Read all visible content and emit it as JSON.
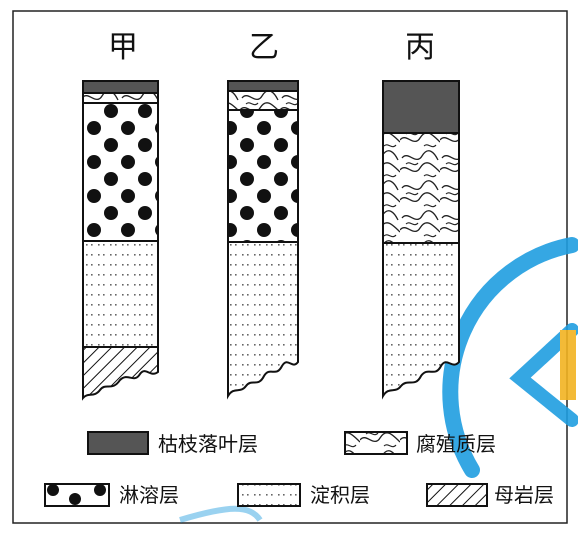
{
  "columns": [
    {
      "label": "甲"
    },
    {
      "label": "乙"
    },
    {
      "label": "丙"
    }
  ],
  "legend": {
    "litter": "枯枝落叶层",
    "humus": "腐殖质层",
    "leaching": "淋溶层",
    "deposit": "淀积层",
    "parent": "母岩层"
  },
  "colors": {
    "litter_fill": "#555555",
    "stroke": "#111111",
    "watermark": "#1f9de0",
    "watermark_accent": "#f2b321"
  }
}
